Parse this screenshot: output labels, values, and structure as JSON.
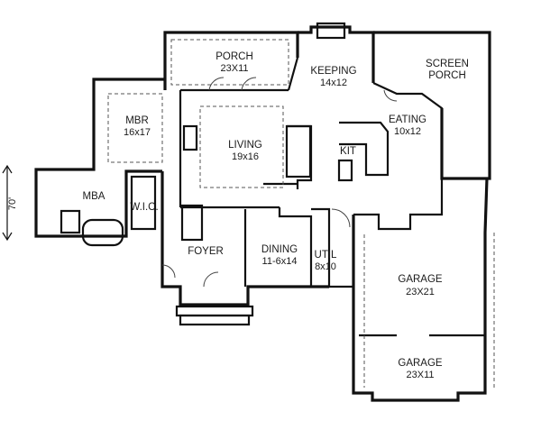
{
  "rooms": {
    "porch": {
      "name": "PORCH",
      "size": "23X11"
    },
    "keeping": {
      "name": "KEEPING",
      "size": "14x12"
    },
    "screen_porch": {
      "name": "SCREEN",
      "name2": "PORCH"
    },
    "mbr": {
      "name": "MBR",
      "size": "16x17"
    },
    "living": {
      "name": "LIVING",
      "size": "19x16"
    },
    "kit": {
      "name": "KIT"
    },
    "eating": {
      "name": "EATING",
      "size": "10x12"
    },
    "mba": {
      "name": "MBA"
    },
    "wic": {
      "name": "W.I.C."
    },
    "foyer": {
      "name": "FOYER"
    },
    "dining": {
      "name": "DINING",
      "size": "11-6x14"
    },
    "util": {
      "name": "UTIL",
      "size": "8x10"
    },
    "garage1": {
      "name": "GARAGE",
      "size": "23X21"
    },
    "garage2": {
      "name": "GARAGE",
      "size": "23X11"
    }
  },
  "dimension": {
    "text": "70'"
  }
}
